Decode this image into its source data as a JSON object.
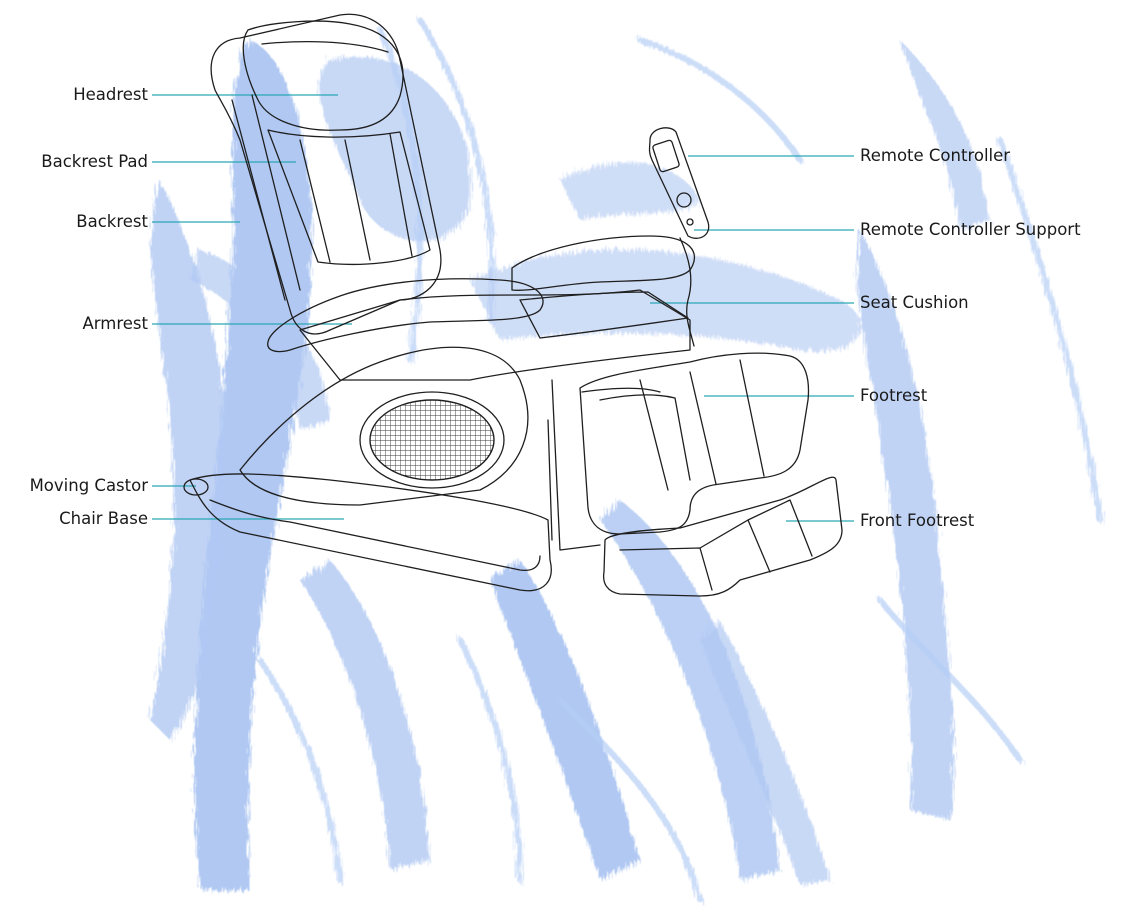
{
  "diagram": {
    "labels_left": [
      {
        "id": "headrest",
        "text": "Headrest"
      },
      {
        "id": "backrest-pad",
        "text": "Backrest Pad"
      },
      {
        "id": "backrest",
        "text": "Backrest"
      },
      {
        "id": "armrest",
        "text": "Armrest"
      },
      {
        "id": "moving-castor",
        "text": "Moving Castor"
      },
      {
        "id": "chair-base",
        "text": "Chair Base"
      }
    ],
    "labels_right": [
      {
        "id": "remote-controller",
        "text": "Remote Controller"
      },
      {
        "id": "remote-controller-support",
        "text": "Remote Controller Support"
      },
      {
        "id": "seat-cushion",
        "text": "Seat Cushion"
      },
      {
        "id": "footrest",
        "text": "Footrest"
      },
      {
        "id": "front-footrest",
        "text": "Front Footrest"
      }
    ],
    "colors": {
      "leader_line": "#2aa6b5",
      "sketch_blue": "#5b8fe0",
      "outline": "#1f1f1f"
    }
  }
}
